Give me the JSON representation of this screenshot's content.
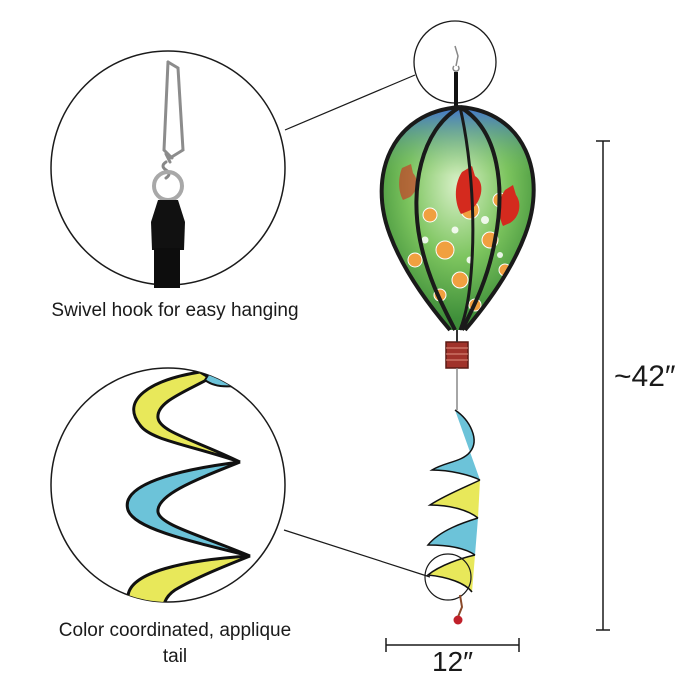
{
  "captions": {
    "hook": "Swivel hook for easy hanging",
    "tail_line1": "Color coordinated, applique",
    "tail_line2": "tail"
  },
  "dimensions": {
    "height": "~42″",
    "width": "12″"
  },
  "colors": {
    "tail_yellow": "#e8e85a",
    "tail_blue": "#6cc3d9",
    "balloon_green": "#6fbf5a",
    "frame": "#1a1a1a",
    "cardinal_red": "#d42a1e",
    "flower_orange": "#f0a040",
    "hook_metal": "#b8b8b8"
  }
}
